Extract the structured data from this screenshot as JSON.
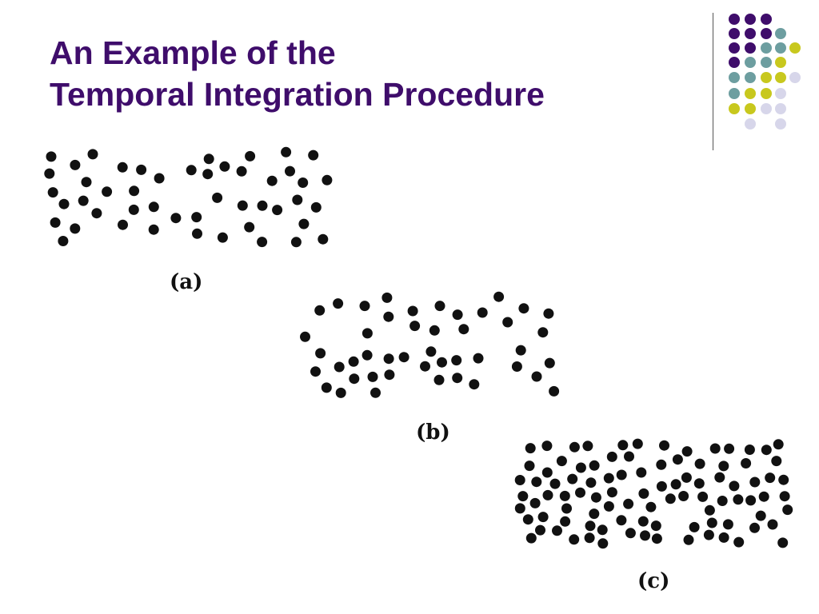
{
  "slide": {
    "title_line1": "An Example of the",
    "title_line2": "Temporal Integration Procedure"
  },
  "panels": [
    {
      "caption": "(a)"
    },
    {
      "caption": "(b)"
    },
    {
      "caption": "(c)"
    }
  ],
  "colors": {
    "title": "#3f0d6b",
    "purple": "#3f0d6b",
    "teal": "#6d9ea0",
    "olive": "#c8c81e",
    "lavender": "#d7d6ea",
    "dots": "#111111"
  }
}
